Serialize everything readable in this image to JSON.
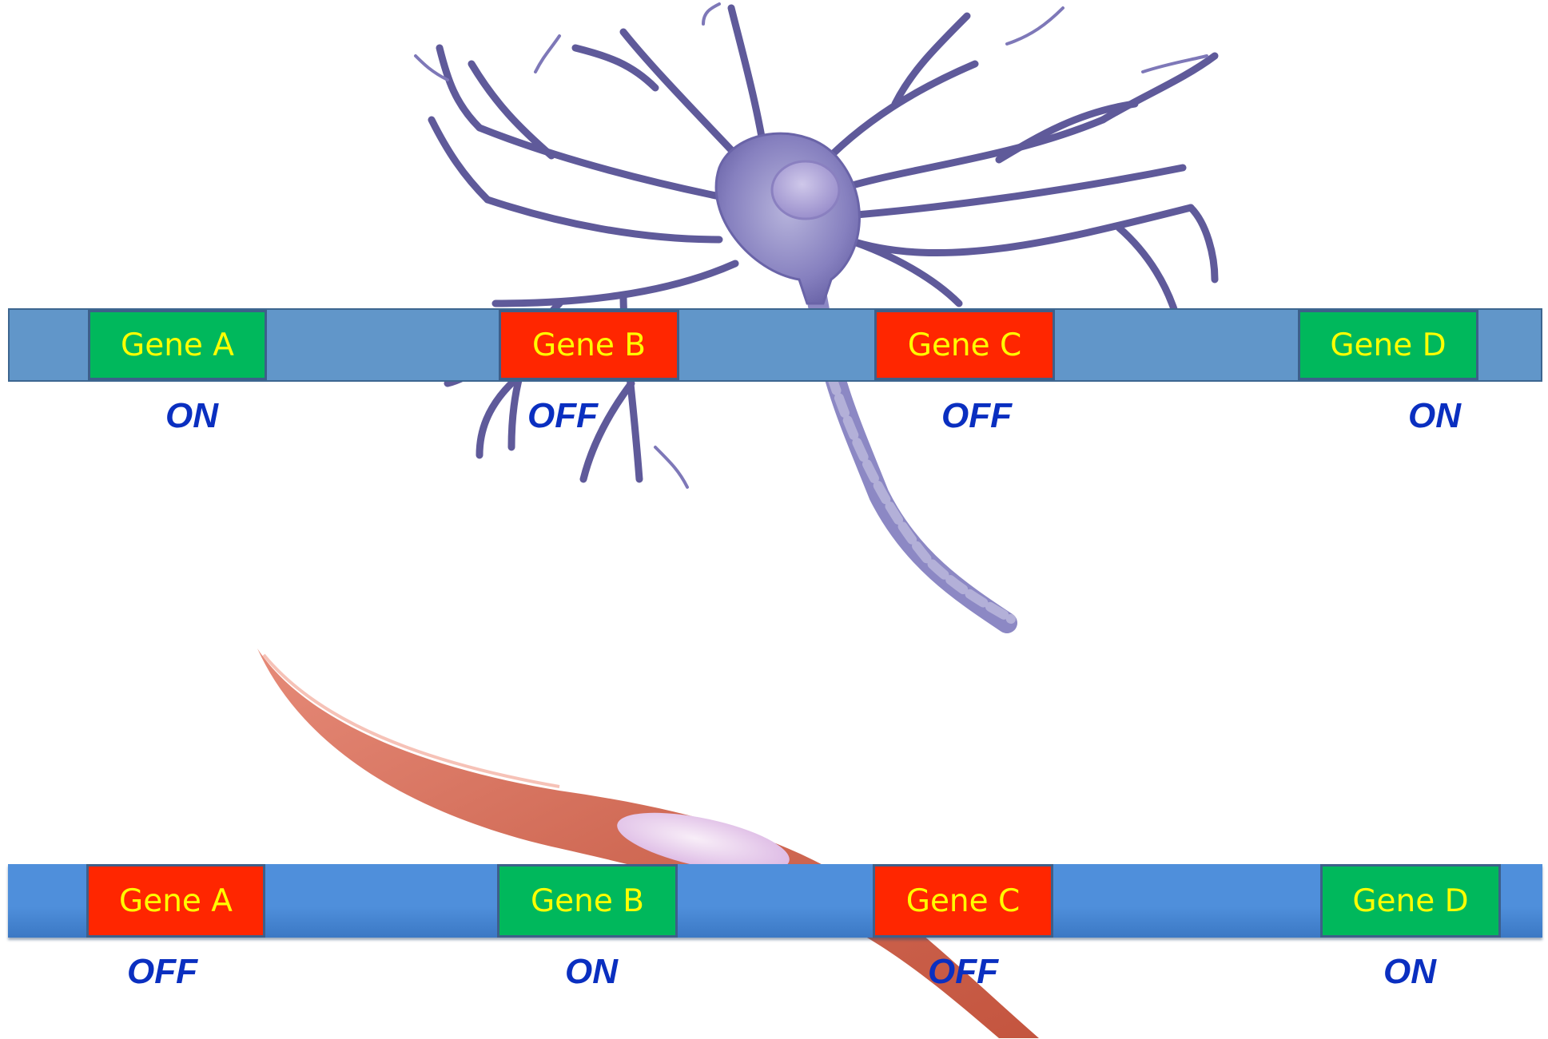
{
  "colors": {
    "on": "#00b85c",
    "off": "#ff2600",
    "strand": "#6196c9",
    "state_text": "#0a2fc0",
    "gene_text": "#ffff00"
  },
  "illustrations": {
    "top": "neuron-cell-icon",
    "bottom": "smooth-muscle-cell-icon"
  },
  "neuron_row": {
    "genes": [
      {
        "label": "Gene A",
        "state": "ON"
      },
      {
        "label": "Gene B",
        "state": "OFF"
      },
      {
        "label": "Gene C",
        "state": "OFF"
      },
      {
        "label": "Gene D",
        "state": "ON"
      }
    ]
  },
  "muscle_row": {
    "genes": [
      {
        "label": "Gene A",
        "state": "OFF"
      },
      {
        "label": "Gene B",
        "state": "ON"
      },
      {
        "label": "Gene C",
        "state": "OFF"
      },
      {
        "label": "Gene D",
        "state": "ON"
      }
    ]
  }
}
